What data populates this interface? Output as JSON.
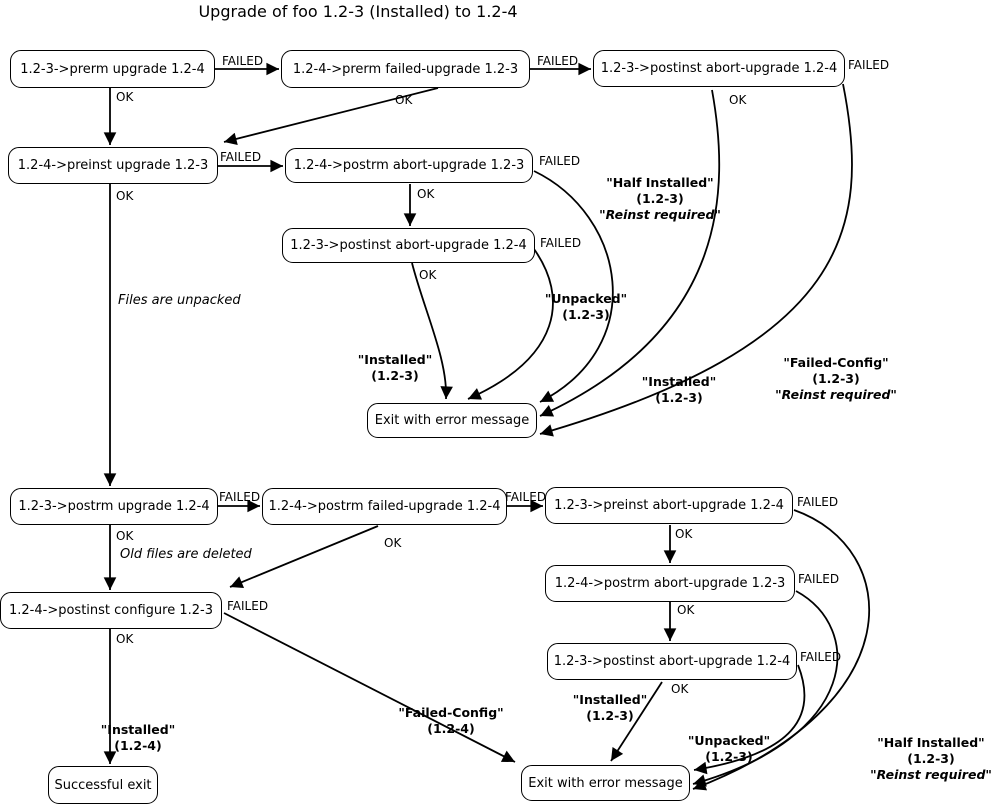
{
  "title": "Upgrade of foo 1.2-3 (Installed) to 1.2-4",
  "labels": {
    "failed": "FAILED",
    "ok": "OK"
  },
  "nodes": {
    "prerm_upgrade": {
      "label": "1.2-3->prerm upgrade 1.2-4"
    },
    "prerm_failed_upgrade": {
      "label": "1.2-4->prerm failed-upgrade 1.2-3"
    },
    "postinst_abort_top": {
      "label": "1.2-3->postinst abort-upgrade 1.2-4"
    },
    "preinst_upgrade": {
      "label": "1.2-4->preinst upgrade 1.2-3"
    },
    "postrm_abort_mid": {
      "label": "1.2-4->postrm abort-upgrade 1.2-3"
    },
    "postinst_abort_mid": {
      "label": "1.2-3->postinst abort-upgrade 1.2-4"
    },
    "exit_error_upper": {
      "label": "Exit with error message"
    },
    "postrm_upgrade": {
      "label": "1.2-3->postrm upgrade 1.2-4"
    },
    "postrm_failed_upgrade": {
      "label": "1.2-4->postrm failed-upgrade 1.2-4"
    },
    "preinst_abort": {
      "label": "1.2-3->preinst abort-upgrade 1.2-4"
    },
    "postinst_configure": {
      "label": "1.2-4->postinst configure 1.2-3"
    },
    "postrm_abort_low": {
      "label": "1.2-4->postrm abort-upgrade 1.2-3"
    },
    "postinst_abort_low": {
      "label": "1.2-3->postinst abort-upgrade 1.2-4"
    },
    "successful_exit": {
      "label": "Successful exit"
    },
    "exit_error_lower": {
      "label": "Exit with error message"
    }
  },
  "state_labels": {
    "half_installed_upper": {
      "state": "\"Half Installed\"",
      "version": "(1.2-3)",
      "note": "\"Reinst required\""
    },
    "unpacked_upper": {
      "state": "\"Unpacked\"",
      "version": "(1.2-3)"
    },
    "installed_upper_left": {
      "state": "\"Installed\"",
      "version": "(1.2-3)"
    },
    "installed_upper_right": {
      "state": "\"Installed\"",
      "version": "(1.2-3)"
    },
    "failed_config_upper": {
      "state": "\"Failed-Config\"",
      "version": "(1.2-3)",
      "note": "\"Reinst required\""
    },
    "installed_lower_left": {
      "state": "\"Installed\"",
      "version": "(1.2-4)"
    },
    "failed_config_lower": {
      "state": "\"Failed-Config\"",
      "version": "(1.2-4)"
    },
    "installed_lower_right": {
      "state": "\"Installed\"",
      "version": "(1.2-3)"
    },
    "unpacked_lower": {
      "state": "\"Unpacked\"",
      "version": "(1.2-3)"
    },
    "half_installed_lower": {
      "state": "\"Half Installed\"",
      "version": "(1.2-3)",
      "note": "\"Reinst required\""
    }
  },
  "annotations": {
    "files_unpacked": "Files are unpacked",
    "old_files_deleted": "Old files are deleted"
  },
  "colors": {
    "line": "#000000",
    "background": "#ffffff"
  }
}
